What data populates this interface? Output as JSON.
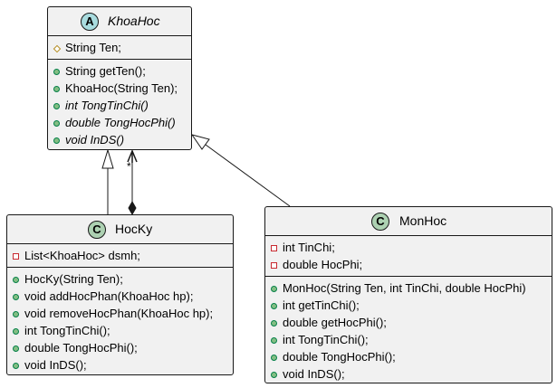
{
  "classes": {
    "khoahoc": {
      "name": "KhoaHoc",
      "stereotype_letter": "A",
      "fields": [
        {
          "vis": "protected",
          "text": "String Ten;"
        }
      ],
      "methods": [
        {
          "vis": "public",
          "text": "String getTen();",
          "italic": false
        },
        {
          "vis": "public",
          "text": "KhoaHoc(String Ten);",
          "italic": false
        },
        {
          "vis": "public",
          "text": "int TongTinChi()",
          "italic": true
        },
        {
          "vis": "public",
          "text": "double TongHocPhi()",
          "italic": true
        },
        {
          "vis": "public",
          "text": "void InDS()",
          "italic": true
        }
      ]
    },
    "hocky": {
      "name": "HocKy",
      "stereotype_letter": "C",
      "fields": [
        {
          "vis": "private",
          "text": "List<KhoaHoc> dsmh;"
        }
      ],
      "methods": [
        {
          "vis": "public",
          "text": "HocKy(String Ten);"
        },
        {
          "vis": "public",
          "text": "void addHocPhan(KhoaHoc hp);"
        },
        {
          "vis": "public",
          "text": "void removeHocPhan(KhoaHoc hp);"
        },
        {
          "vis": "public",
          "text": "int TongTinChi();"
        },
        {
          "vis": "public",
          "text": "double TongHocPhi();"
        },
        {
          "vis": "public",
          "text": "void InDS();"
        }
      ]
    },
    "monhoc": {
      "name": "MonHoc",
      "stereotype_letter": "C",
      "fields": [
        {
          "vis": "private",
          "text": "int TinChi;"
        },
        {
          "vis": "private",
          "text": "double HocPhi;"
        }
      ],
      "methods": [
        {
          "vis": "public",
          "text": "MonHoc(String Ten, int TinChi, double HocPhi)"
        },
        {
          "vis": "public",
          "text": "int getTinChi();"
        },
        {
          "vis": "public",
          "text": "double getHocPhi();"
        },
        {
          "vis": "public",
          "text": "int TongTinChi();"
        },
        {
          "vis": "public",
          "text": "double TongHocPhi();"
        },
        {
          "vis": "public",
          "text": "void InDS();"
        }
      ]
    }
  },
  "relations": {
    "composition_multiplicity": "*"
  },
  "colors": {
    "class_fill": "#F1F1F1",
    "border": "#181818",
    "abstract_circle": "#A9DCDF",
    "class_circle": "#ADD1B2",
    "public_dot": "#84BE84",
    "private_square": "#C82930",
    "protected_diamond": "#B38D22"
  }
}
